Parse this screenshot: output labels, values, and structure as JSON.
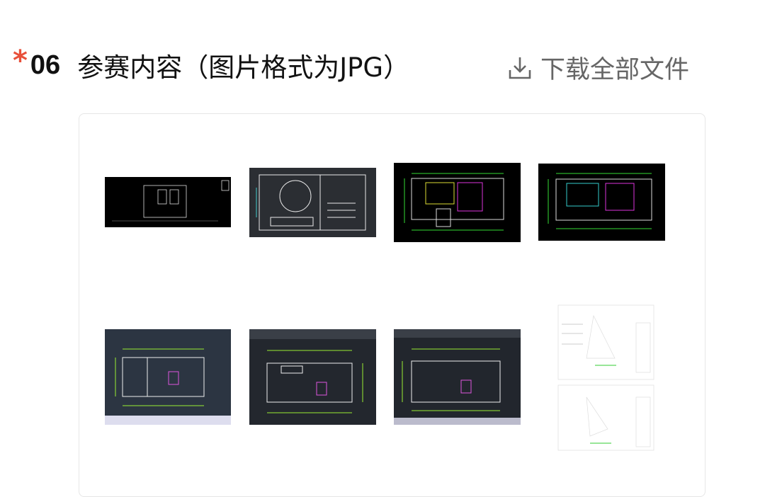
{
  "section": {
    "required_mark": "*",
    "number": "06",
    "title": "参赛内容（图片格式为JPG）",
    "download_all_label": "下载全部文件"
  },
  "images": [
    {
      "name": "cad-image-1"
    },
    {
      "name": "cad-image-2"
    },
    {
      "name": "cad-image-3"
    },
    {
      "name": "cad-image-4"
    },
    {
      "name": "cad-image-5"
    },
    {
      "name": "cad-image-6"
    },
    {
      "name": "cad-image-7"
    },
    {
      "name": "cad-image-8"
    }
  ],
  "colors": {
    "required": "#e8503a",
    "link": "#666666",
    "border": "#e6e6e6"
  }
}
